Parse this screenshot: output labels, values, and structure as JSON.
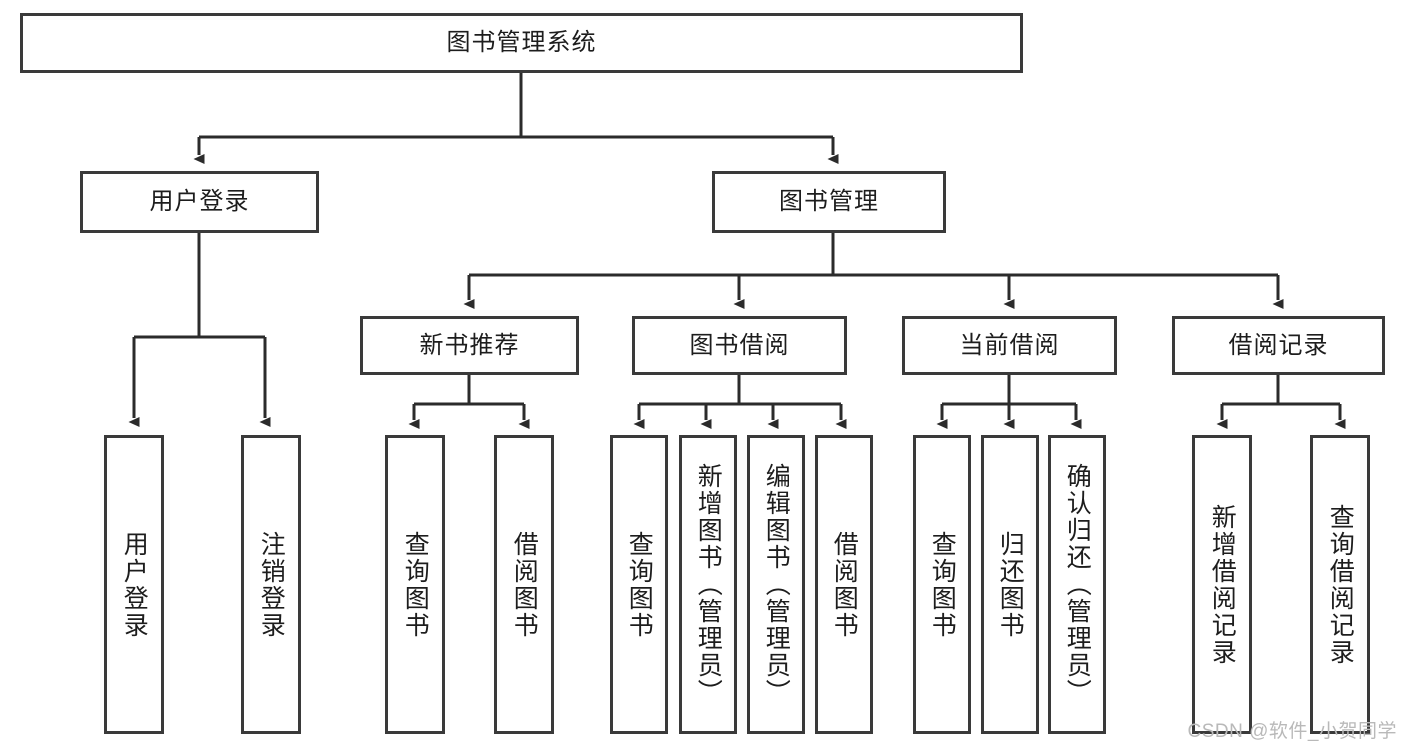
{
  "diagram": {
    "type": "tree",
    "title": "图书管理系统",
    "root": {
      "label": "图书管理系统"
    },
    "level2": [
      {
        "label": "用户登录"
      },
      {
        "label": "图书管理"
      }
    ],
    "level3": [
      {
        "label": "新书推荐"
      },
      {
        "label": "图书借阅"
      },
      {
        "label": "当前借阅"
      },
      {
        "label": "借阅记录"
      }
    ],
    "leaves": {
      "user_login": [
        {
          "label": "用户登录"
        },
        {
          "label": "注销登录"
        }
      ],
      "new_book_recommend": [
        {
          "label": "查询图书"
        },
        {
          "label": "借阅图书"
        }
      ],
      "book_borrow": [
        {
          "label": "查询图书"
        },
        {
          "label": "新增图书（管理员）"
        },
        {
          "label": "编辑图书（管理员）"
        },
        {
          "label": "借阅图书"
        }
      ],
      "current_borrow": [
        {
          "label": "查询图书"
        },
        {
          "label": "归还图书"
        },
        {
          "label": "确认归还（管理员）"
        }
      ],
      "borrow_record": [
        {
          "label": "新增借阅记录"
        },
        {
          "label": "查询借阅记录"
        }
      ]
    }
  },
  "watermark": {
    "text": "CSDN @软件_小贺同学"
  },
  "colors": {
    "stroke": "#3a3a3a",
    "background": "#ffffff",
    "text": "#1d1d1d",
    "watermark": "#b9b9b9"
  }
}
